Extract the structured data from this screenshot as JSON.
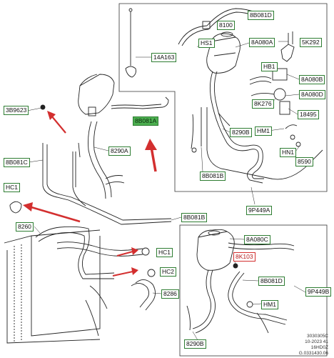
{
  "callouts": {
    "c_8b081d_top": "8B081D",
    "c_8100": "8100",
    "c_14a163": "14A163",
    "c_hs1": "HS1",
    "c_8a080a": "8A080A",
    "c_5k292": "5K292",
    "c_hb1": "HB1",
    "c_8a080b": "8A080B",
    "c_8a080d": "8A080D",
    "c_3b9623": "3B9623",
    "c_8b081a": "8B081A",
    "c_8k276": "8K276",
    "c_18495": "18495",
    "c_8290b_top": "8290B",
    "c_hm1_top": "HM1",
    "c_8290a": "8290A",
    "c_hn1": "HN1",
    "c_8590": "8590",
    "c_8b081c": "8B081C",
    "c_8b081b_top": "8B081B",
    "c_hc1_left": "HC1",
    "c_9p449a": "9P449A",
    "c_8b081b_mid": "8B081B",
    "c_8260": "8260",
    "c_8a080c": "8A080C",
    "c_hc1": "HC1",
    "c_8k103": "8K103",
    "c_hc2": "HC2",
    "c_8b081d_bot": "8B081D",
    "c_9p449b": "9P449B",
    "c_8286": "8286",
    "c_hm1_bot": "HM1",
    "c_8290b_bot": "8290B"
  },
  "footer": {
    "line1": "3030305C",
    "line2": "10-2023 41",
    "line3": "16HD0Z",
    "line4": "G.0331430.06"
  },
  "colors": {
    "callout_border": "#2e7d32",
    "callout_highlight": "#4caf50",
    "warning_red": "#d32f2f",
    "line": "#222222"
  }
}
